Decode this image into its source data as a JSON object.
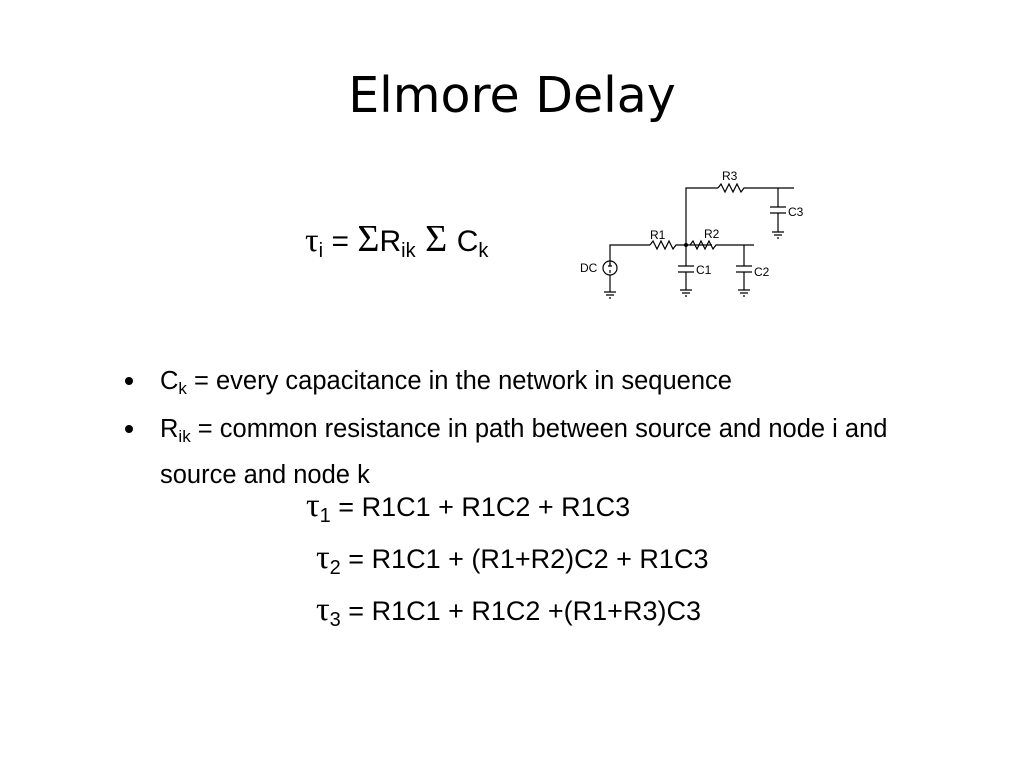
{
  "slide": {
    "title": "Elmore Delay"
  },
  "main_formula": {
    "tau": "τ",
    "tau_sub": "i",
    "eq": " = ",
    "sigma1": "Σ",
    "r": "R",
    "r_sub": "ik",
    "sigma2": " Σ ",
    "c": "C",
    "c_sub": "k"
  },
  "circuit": {
    "labels": {
      "r1": "R1",
      "r2": "R2",
      "r3": "R3",
      "c1": "C1",
      "c2": "C2",
      "c3": "C3",
      "source": "DC"
    }
  },
  "bullets": [
    {
      "symbol": "C",
      "sub": "k",
      "text": " = every capacitance in the network in sequence"
    },
    {
      "symbol": "R",
      "sub": "ik",
      "text": " = common resistance in path between source and node i and source and node k"
    }
  ],
  "equations": [
    {
      "tau": "τ",
      "sub": "1",
      "rhs": " = R1C1 + R1C2 + R1C3"
    },
    {
      "tau": "τ",
      "sub": "2",
      "rhs": " = R1C1 + (R1+R2)C2 + R1C3"
    },
    {
      "tau": "τ",
      "sub": "3",
      "rhs": " = R1C1 + R1C2 +(R1+R3)C3"
    }
  ]
}
